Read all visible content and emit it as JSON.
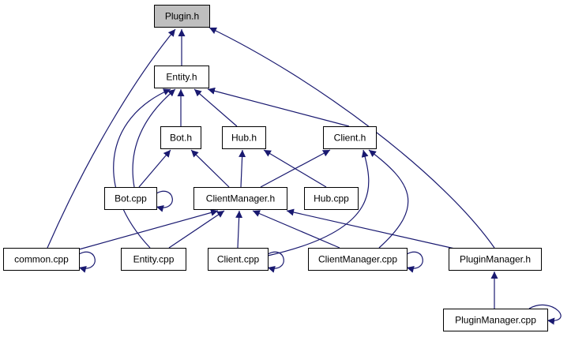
{
  "colors": {
    "edge": "#191970",
    "node_fill": "#ffffff",
    "highlight_fill": "#bfbfbf",
    "border": "#000000"
  },
  "nodes": [
    {
      "id": "plugin_h",
      "label": "Plugin.h",
      "highlight": true
    },
    {
      "id": "entity_h",
      "label": "Entity.h"
    },
    {
      "id": "bot_h",
      "label": "Bot.h"
    },
    {
      "id": "hub_h",
      "label": "Hub.h"
    },
    {
      "id": "client_h",
      "label": "Client.h"
    },
    {
      "id": "bot_cpp",
      "label": "Bot.cpp"
    },
    {
      "id": "clientmanager_h",
      "label": "ClientManager.h"
    },
    {
      "id": "hub_cpp",
      "label": "Hub.cpp"
    },
    {
      "id": "common_cpp",
      "label": "common.cpp"
    },
    {
      "id": "entity_cpp",
      "label": "Entity.cpp"
    },
    {
      "id": "client_cpp",
      "label": "Client.cpp"
    },
    {
      "id": "clientmanager_cpp",
      "label": "ClientManager.cpp"
    },
    {
      "id": "pluginmanager_h",
      "label": "PluginManager.h"
    },
    {
      "id": "pluginmanager_cpp",
      "label": "PluginManager.cpp"
    }
  ],
  "edges": [
    {
      "from": "entity_h",
      "to": "plugin_h"
    },
    {
      "from": "common_cpp",
      "to": "plugin_h"
    },
    {
      "from": "pluginmanager_h",
      "to": "plugin_h"
    },
    {
      "from": "bot_h",
      "to": "entity_h"
    },
    {
      "from": "hub_h",
      "to": "entity_h"
    },
    {
      "from": "client_h",
      "to": "entity_h"
    },
    {
      "from": "bot_cpp",
      "to": "entity_h"
    },
    {
      "from": "entity_cpp",
      "to": "entity_h"
    },
    {
      "from": "bot_cpp",
      "to": "bot_h"
    },
    {
      "from": "clientmanager_h",
      "to": "bot_h"
    },
    {
      "from": "clientmanager_h",
      "to": "hub_h"
    },
    {
      "from": "hub_cpp",
      "to": "hub_h"
    },
    {
      "from": "clientmanager_h",
      "to": "client_h"
    },
    {
      "from": "client_cpp",
      "to": "client_h"
    },
    {
      "from": "clientmanager_cpp",
      "to": "client_h"
    },
    {
      "from": "bot_cpp",
      "to": "bot_cpp",
      "self": true
    },
    {
      "from": "common_cpp",
      "to": "clientmanager_h"
    },
    {
      "from": "entity_cpp",
      "to": "clientmanager_h"
    },
    {
      "from": "client_cpp",
      "to": "clientmanager_h"
    },
    {
      "from": "clientmanager_cpp",
      "to": "clientmanager_h"
    },
    {
      "from": "pluginmanager_h",
      "to": "clientmanager_h"
    },
    {
      "from": "common_cpp",
      "to": "common_cpp",
      "self": true
    },
    {
      "from": "client_cpp",
      "to": "client_cpp",
      "self": true
    },
    {
      "from": "clientmanager_cpp",
      "to": "clientmanager_cpp",
      "self": true
    },
    {
      "from": "pluginmanager_cpp",
      "to": "pluginmanager_h"
    },
    {
      "from": "pluginmanager_cpp",
      "to": "pluginmanager_cpp",
      "self": true
    }
  ]
}
